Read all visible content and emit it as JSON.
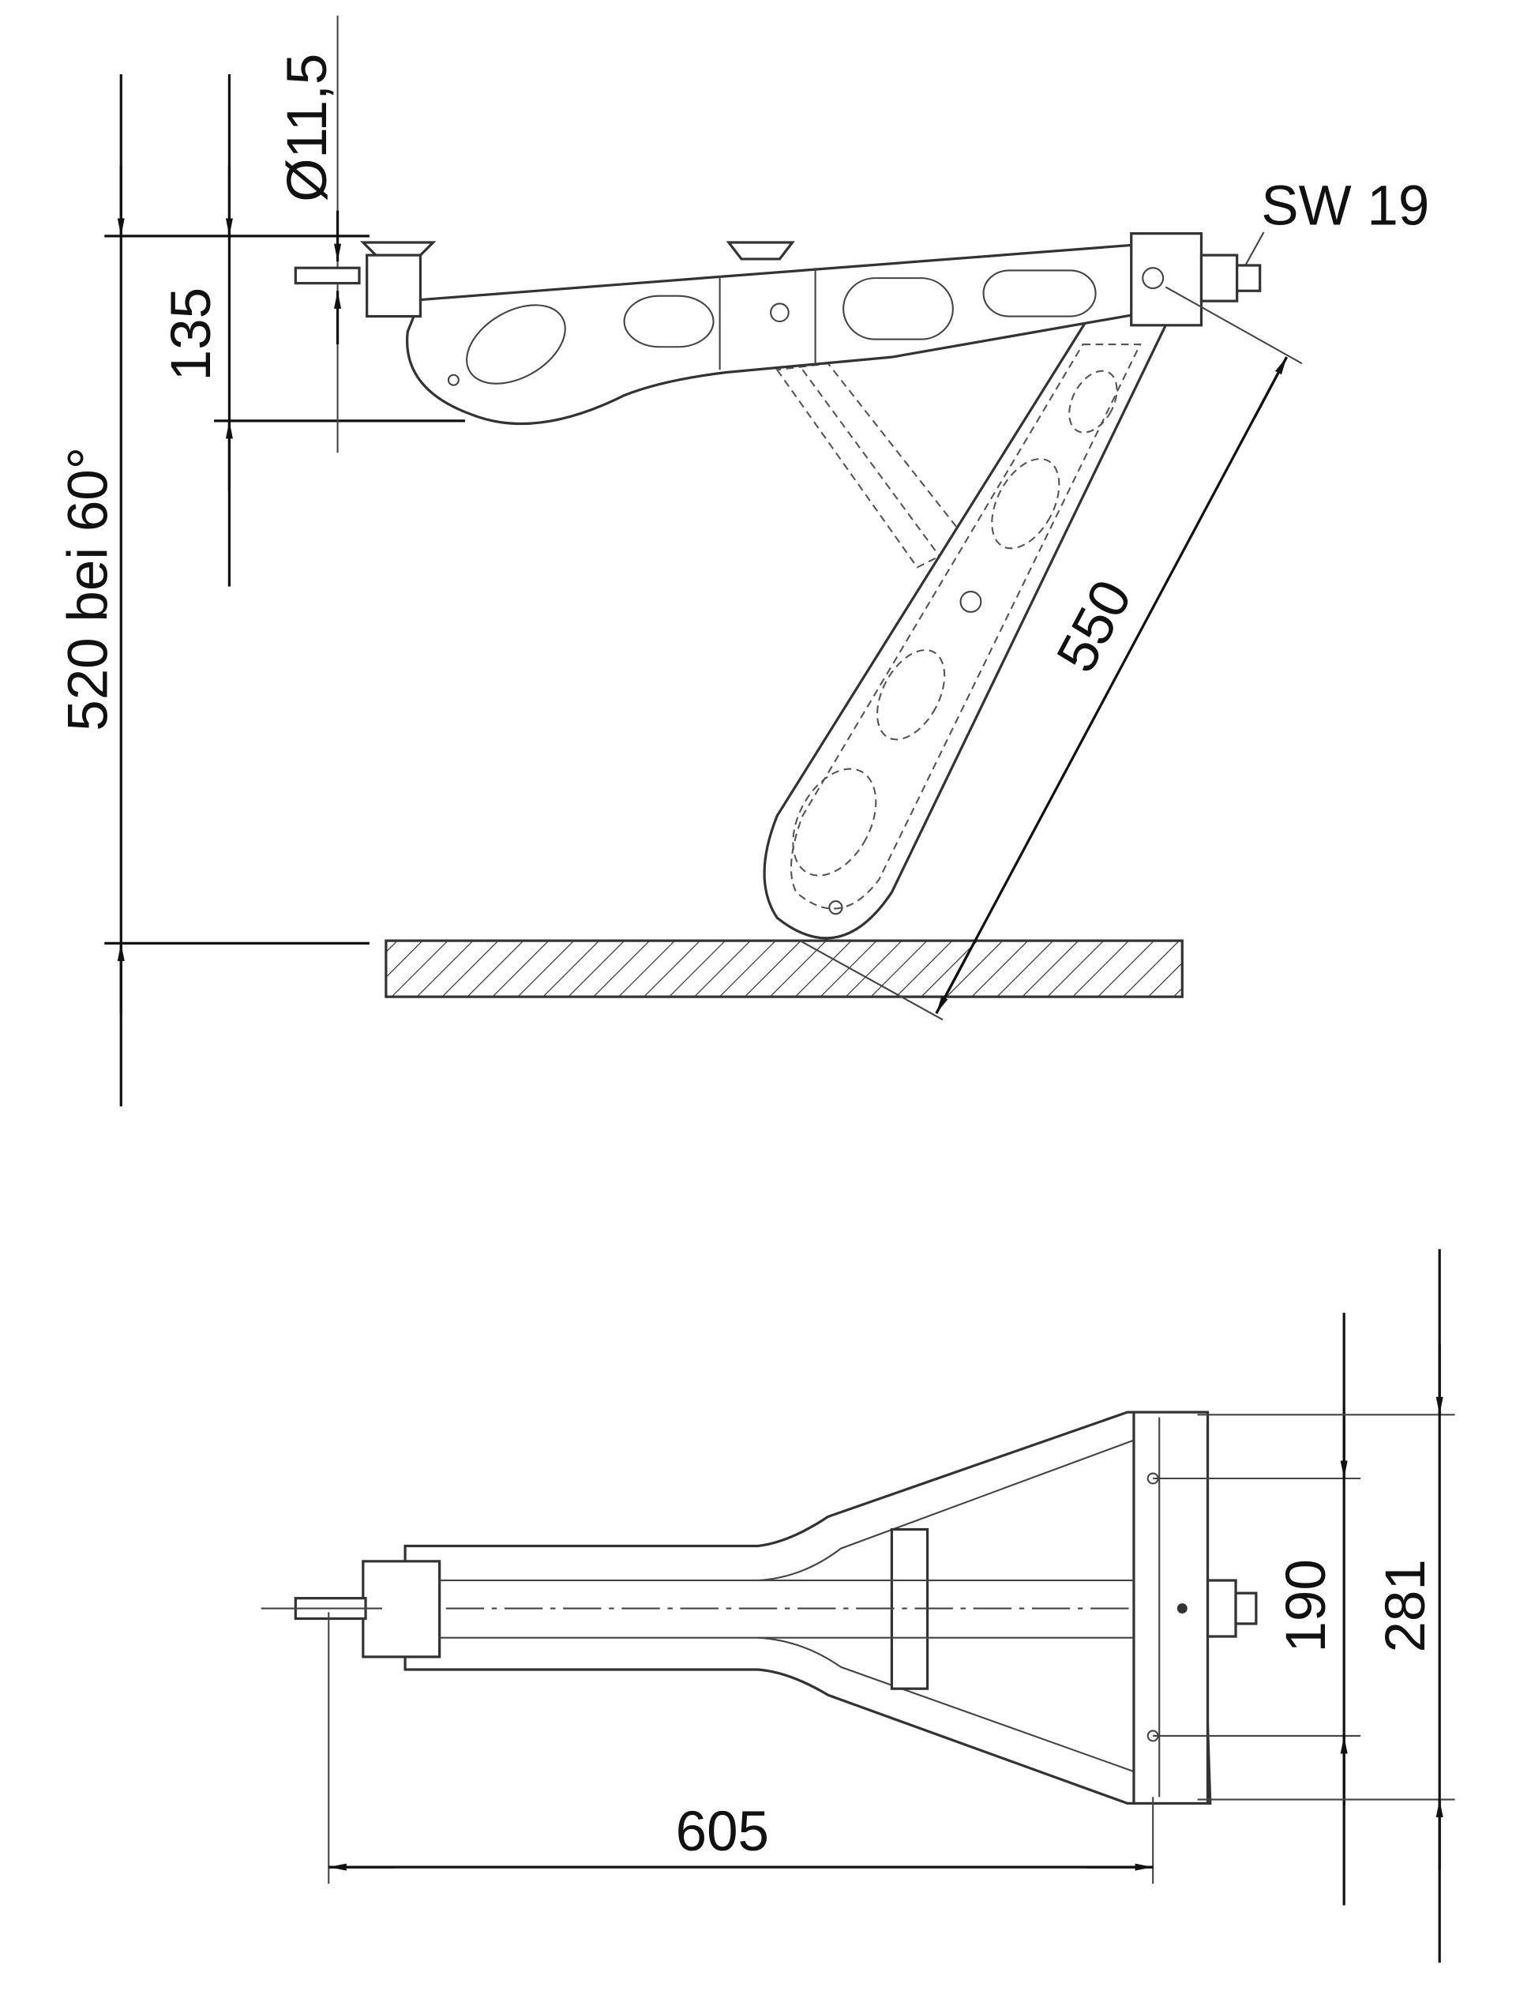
{
  "drawing": {
    "side_view": {
      "dim_total_height": "520 bei 60°",
      "dim_offset": "135",
      "dim_hole_diameter": "Ø11,5",
      "dim_wrench_size": "SW 19",
      "dim_arm_length": "550"
    },
    "top_view": {
      "dim_length": "605",
      "dim_hole_spacing": "190",
      "dim_width": "281"
    }
  }
}
